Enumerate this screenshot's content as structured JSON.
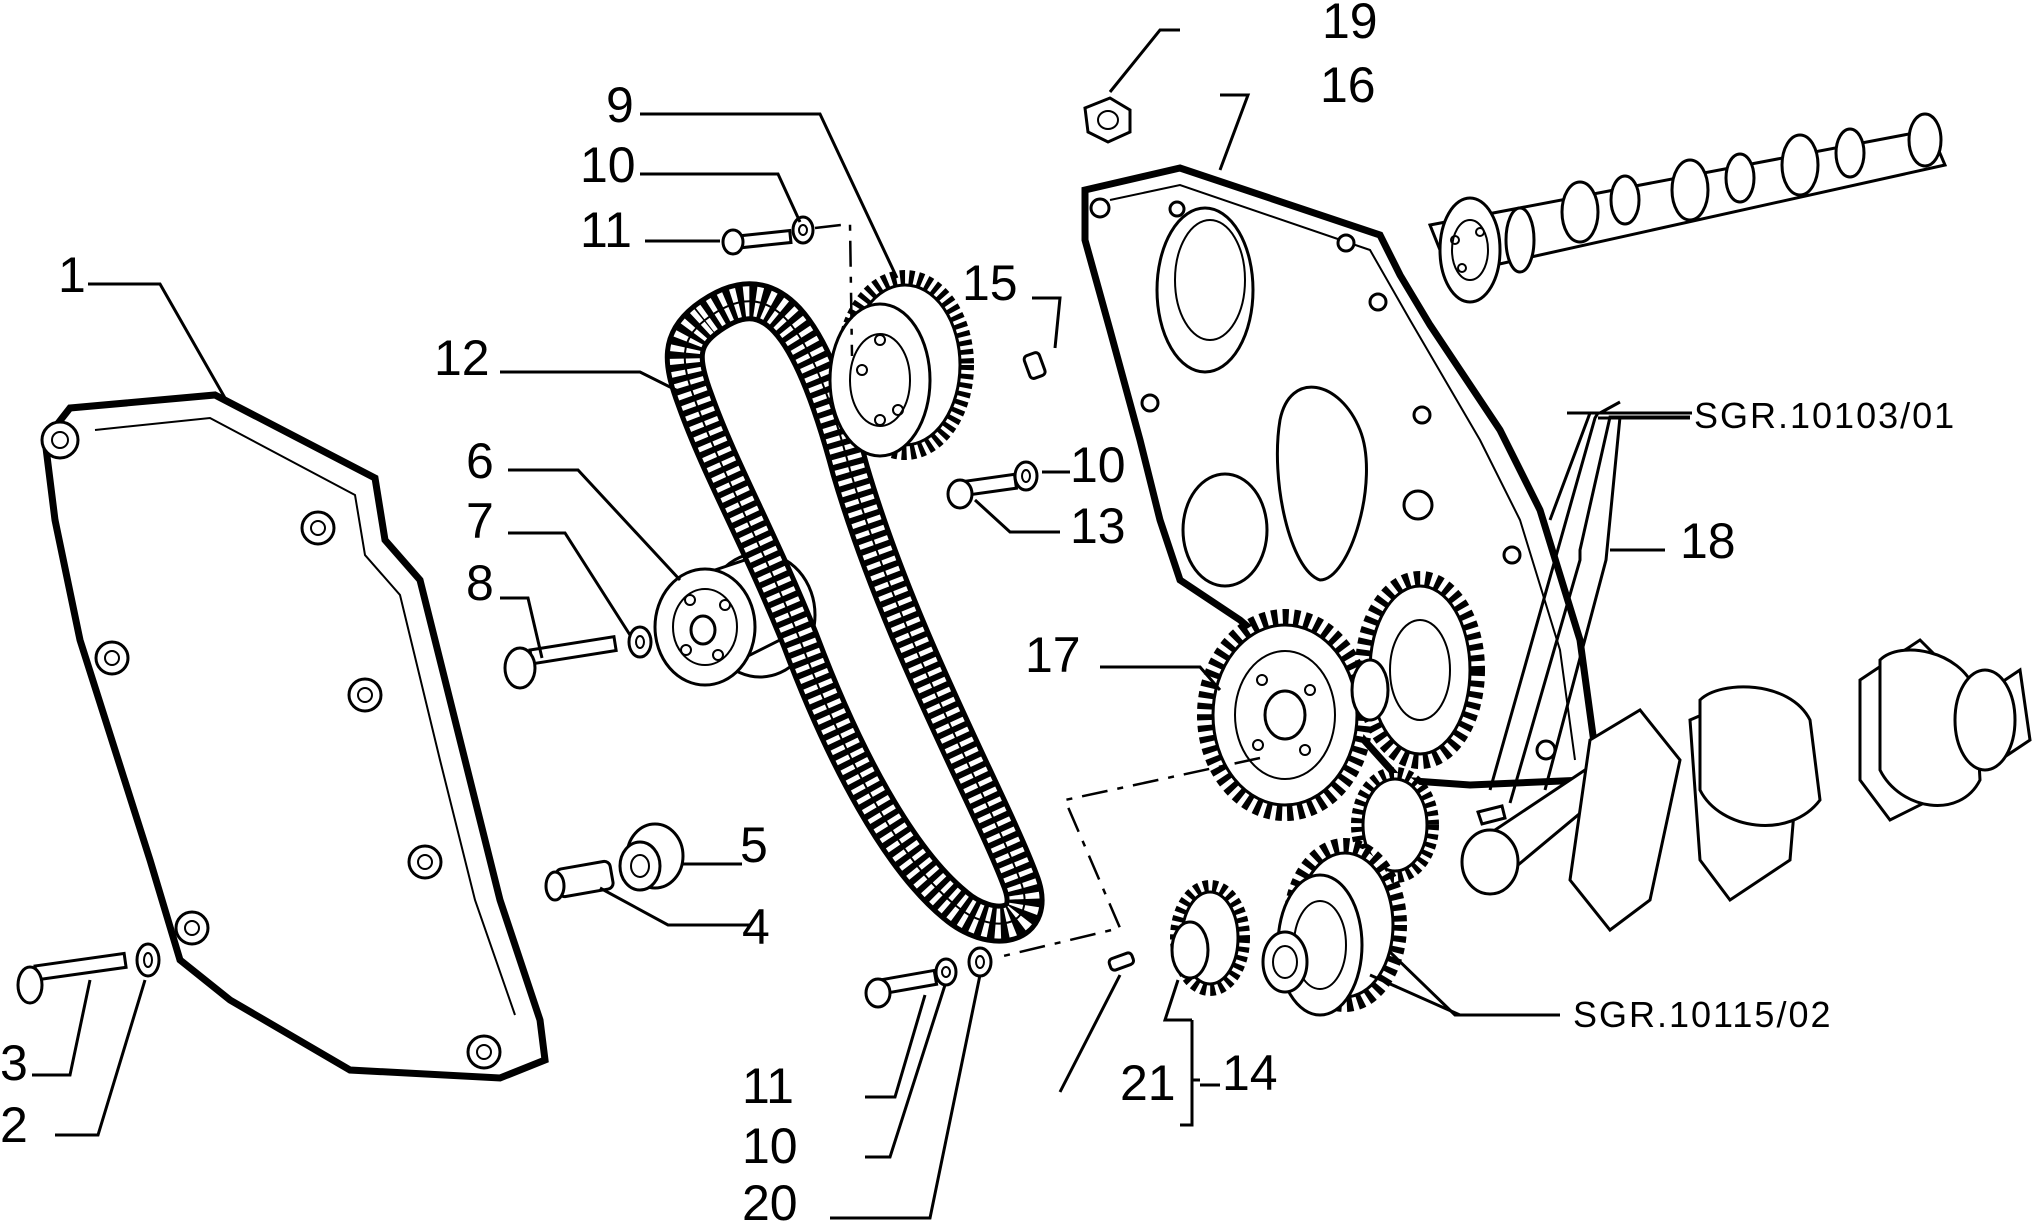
{
  "labels": {
    "p1": "1",
    "p2": "2",
    "p3": "3",
    "p4": "4",
    "p5": "5",
    "p6": "6",
    "p7": "7",
    "p8": "8",
    "p9": "9",
    "p10a": "10",
    "p10b": "10",
    "p10c": "10",
    "p11a": "11",
    "p11b": "11",
    "p12": "12",
    "p13": "13",
    "p14": "14",
    "p15": "15",
    "p16": "16",
    "p17": "17",
    "p18": "18",
    "p19": "19",
    "p20": "20",
    "p21": "21",
    "sgr1": "SGR.10103/01",
    "sgr2": "SGR.10115/02"
  }
}
